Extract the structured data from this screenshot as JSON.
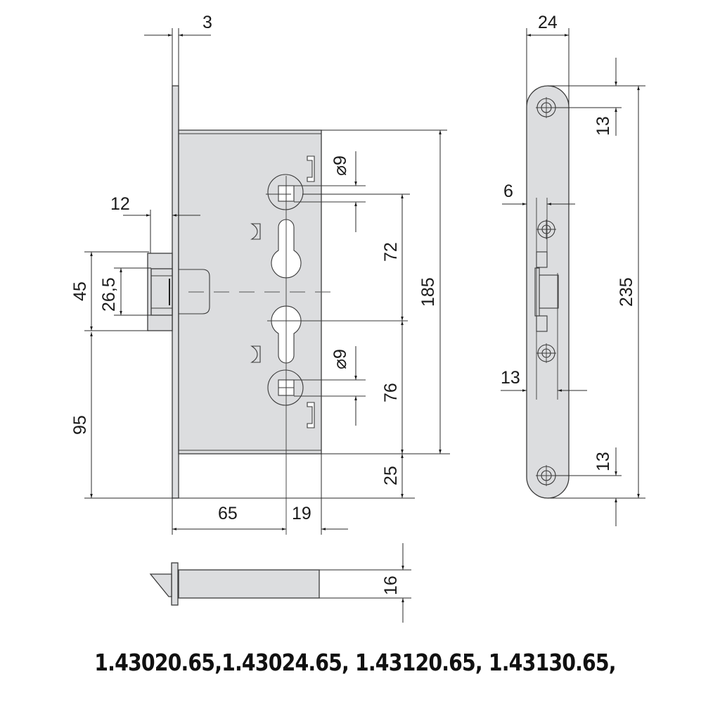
{
  "drawing": {
    "type": "mortise-lock-technical-drawing",
    "units": "mm",
    "main_view": {
      "dimensions": {
        "faceplate_thickness": "3",
        "latch_projection": "12",
        "latch_housing_height": "45",
        "latch_height": "26,5",
        "latch_to_bottom": "95",
        "backset": "65",
        "case_offset": "19",
        "top_follower_to_cylinder": "72",
        "cylinder_to_bottom_follower": "76",
        "bottom_follower_to_case_bottom": "25",
        "case_height": "185",
        "top_follower_square": "⌀9",
        "bottom_follower_square": "⌀9"
      }
    },
    "side_view": {
      "dimensions": {
        "faceplate_width": "24",
        "top_screw_offset": "13",
        "faceplate_length": "235",
        "latch_slot_offset": "6",
        "case_width": "13",
        "bottom_screw_offset": "13"
      }
    },
    "bottom_view": {
      "dimensions": {
        "case_depth": "16"
      }
    },
    "colors": {
      "body_fill": "#dcdddf",
      "line": "#3a3a3a",
      "background": "#ffffff"
    }
  },
  "caption": {
    "model_numbers": "1.43020.65,1.43024.65, 1.43120.65, 1.43130.65,"
  }
}
